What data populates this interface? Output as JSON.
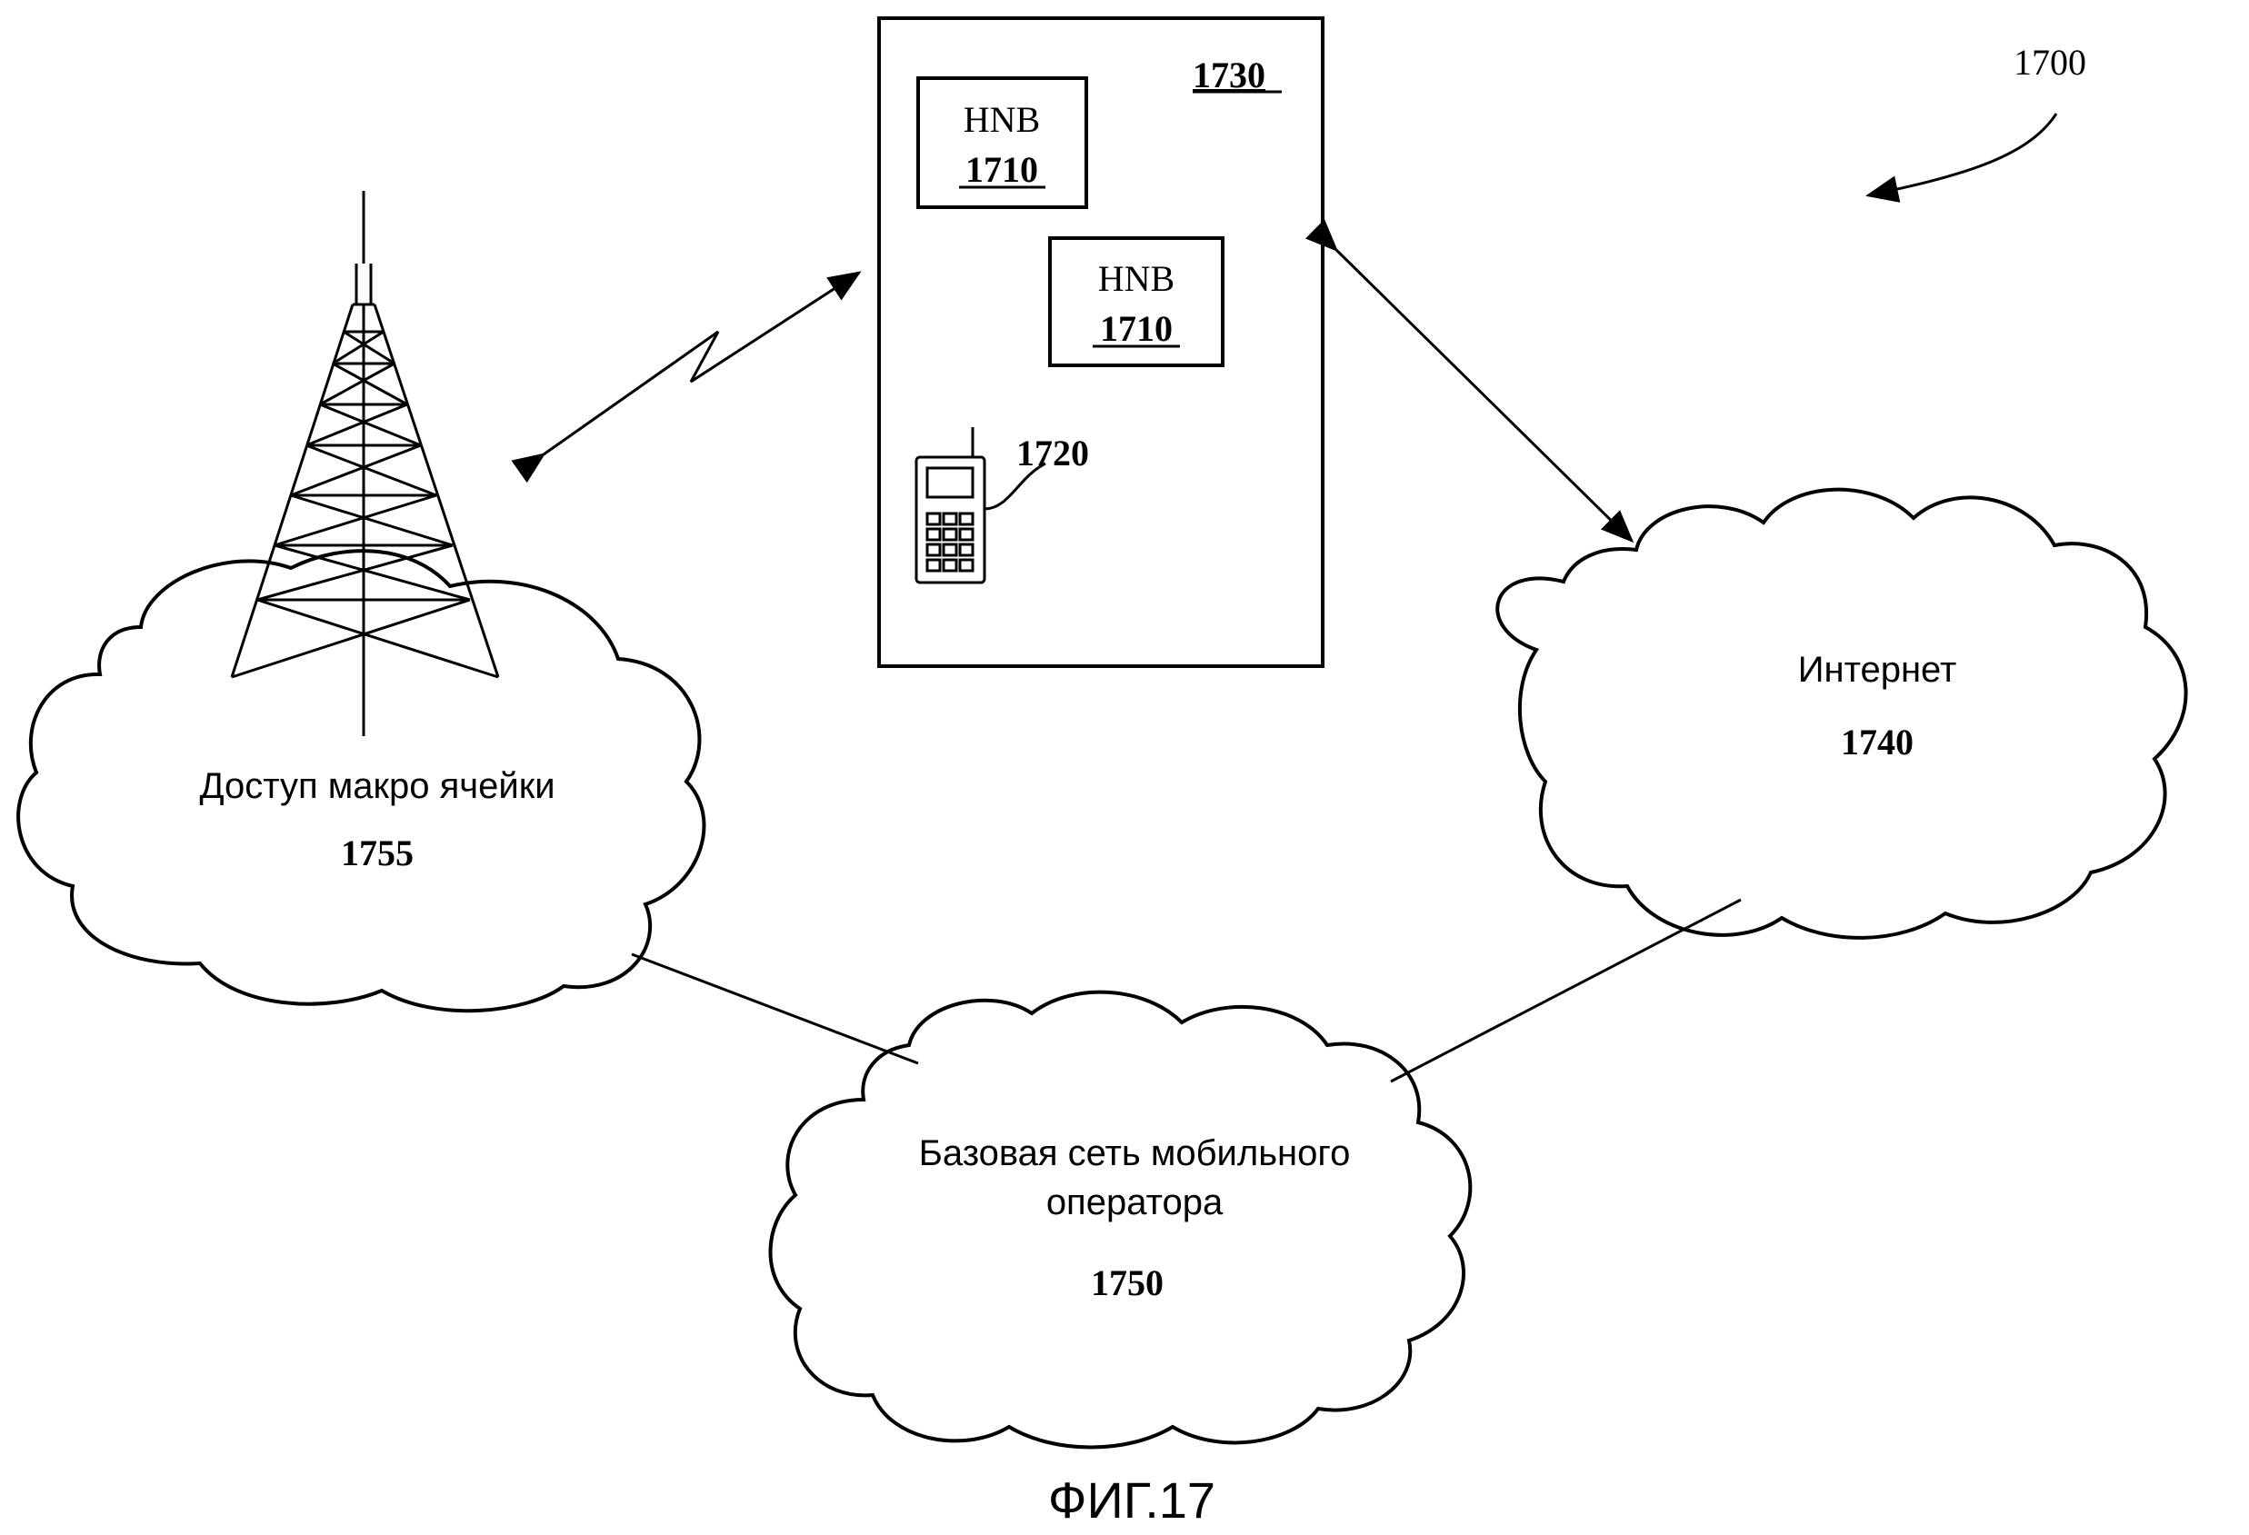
{
  "figure_ref": "1700",
  "caption": "ФИГ.17",
  "building": {
    "ref": "1730",
    "hnb_boxes": [
      {
        "label": "HNB",
        "ref": "1710"
      },
      {
        "label": "HNB",
        "ref": "1710"
      }
    ],
    "phone_ref": "1720"
  },
  "clouds": {
    "macro": {
      "label": "Доступ макро ячейки",
      "ref": "1755"
    },
    "internet": {
      "label": "Интернет",
      "ref": "1740"
    },
    "core": {
      "label_line1": "Базовая сеть мобильного",
      "label_line2": "оператора",
      "ref": "1750"
    }
  },
  "icons": {
    "tower": "radio-tower-icon",
    "phone": "mobile-phone-icon"
  }
}
